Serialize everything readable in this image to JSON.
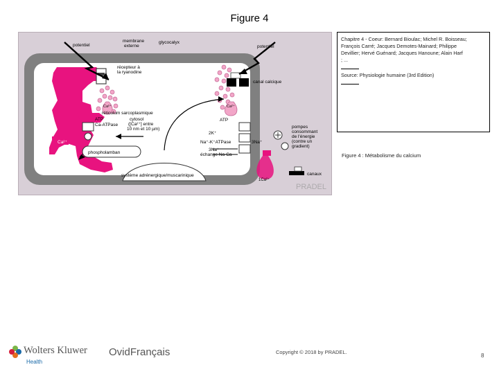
{
  "slide": {
    "title": "Figure 4",
    "caption_lines": [
      "Chapitre 4 - Coeur: Bernard Bioulac; Michel R. Boisseau;",
      "François Carré; Jacques Demotes-Mainard; Philippe",
      "Devillier; Hervé Guénard; Jacques Hanoune; Alain Harf",
      "; ..."
    ],
    "source": "Source: Physiologie humaine (3rd Edition)",
    "figure_caption": "Figure 4 : Métabolisme du calcium",
    "copyright": "Copyright © 2018 by PRADEL.",
    "page_number": "8",
    "logo_wk": "Wolters Kluwer",
    "logo_wk_sub": "Health",
    "logo_ovid": "OvidFrançais"
  },
  "diagram": {
    "labels": {
      "potentiel_left": "potentiel",
      "membrane_1": "membrane",
      "membrane_2": "externe",
      "glycocalyx": "glycocalyx",
      "potentiel_right": "potentiel",
      "ryr_1": "récepteur à",
      "ryr_2": "la ryanodine",
      "canal": "canal calcique",
      "ca_sr": "Ca²⁺",
      "ca_cyto": "Ca²⁺",
      "reticulum": "réticulum sarcoplasmique",
      "atp_left": "ATP",
      "ca_atpase": "Ca-ATPase",
      "cytosol_1": "cytosol",
      "cytosol_2": "([Ca²⁺] entre",
      "cytosol_3": "10 nm et 10 µm)",
      "ca_big": "Ca²⁺",
      "phospholamban": "phospholamban",
      "atp_right": "ATP",
      "k2": "2K⁺",
      "na_k_atpase": "Na⁺-K⁺ATPase",
      "na3_out": "3Na⁺",
      "na3_in": "3Na⁺",
      "echange": "échange Na-Ca",
      "pompes_1": "pompes",
      "pompes_2": "consommant",
      "pompes_3": "de l'énergie",
      "pompes_4": "(contre un",
      "pompes_5": "gradient)",
      "ca1": "1Ca²⁺",
      "canaux": "canaux",
      "systeme": "système adrénergique/muscarinique",
      "watermark": "PRADEL"
    },
    "colors": {
      "magenta": "#e8137f",
      "pink_light": "#f2a6c8",
      "wall": "#808080",
      "cell_interior": "#ffffff",
      "background": "#d8cfd7"
    }
  }
}
